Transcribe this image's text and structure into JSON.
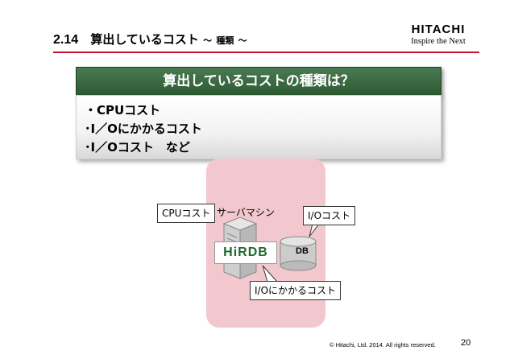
{
  "header": {
    "section_number": "2.14",
    "title_main": "算出しているコスト",
    "title_tilde1": "～",
    "title_sub": "種類",
    "title_tilde2": "～"
  },
  "logo": {
    "brand": "HITACHI",
    "tagline": "Inspire the Next"
  },
  "question": {
    "heading": "算出しているコストの種類は？",
    "items": [
      "・CPUコスト",
      "･I／Oにかかるコスト",
      "･I／Oコスト　など"
    ]
  },
  "diagram": {
    "server_label": "サーバマシン",
    "cpu_callout": "CPUコスト",
    "io_callout": "I/Oコスト",
    "io_cpu_callout": "I/Oにかかるコスト",
    "product_logo": "HiRDB",
    "db_label": "DB"
  },
  "footer": {
    "copyright": "© Hitachi, Ltd. 2014. All rights reserved.",
    "page_number": "20"
  },
  "colors": {
    "accent_red": "#c8102e",
    "banner_green": "#3a6b41",
    "machine_pink": "#f2c7cd"
  }
}
